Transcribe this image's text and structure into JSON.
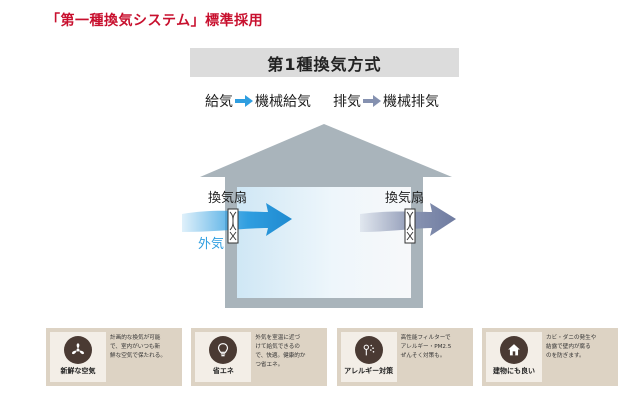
{
  "header": {
    "title": "「第一種換気システム」標準採用"
  },
  "method": {
    "label": "第1種換気方式"
  },
  "flow": {
    "supply_from": "給気",
    "supply_to": "機械給気",
    "exhaust_from": "排気",
    "exhaust_to": "機械排気"
  },
  "diagram": {
    "fan_label_left": "換気扇",
    "fan_label_right": "換気扇",
    "outside_air_label": "外気"
  },
  "colors": {
    "accent_red": "#c8102e",
    "supply_blue": "#2f9ee0",
    "exhaust_gray": "#8591b0",
    "house_gray": "#a9b4bb",
    "card_bg": "#ddd3c4",
    "icon_circle": "#4a3a33"
  },
  "features": [
    {
      "icon": "fan-icon",
      "title": "新鮮な空気",
      "lines": [
        "計画的な換気が可能",
        "で、室内がいつも新",
        "鮮な空気で保たれる。"
      ]
    },
    {
      "icon": "lightbulb-icon",
      "title": "省エネ",
      "lines": [
        "外気を室温に近づ",
        "けて給気できるの",
        "で、快適。健康的か",
        "つ省エネ。"
      ]
    },
    {
      "icon": "pollen-icon",
      "title": "アレルギー対策",
      "lines": [
        "高性能フィルターで",
        "アレルギー・PM2.5",
        "ぜんそく対策も。"
      ]
    },
    {
      "icon": "house-icon",
      "title": "建物にも良い",
      "lines": [
        "カビ・ダニの発生や",
        "結露で壁内が腐る",
        "のを防ぎます。"
      ]
    }
  ]
}
